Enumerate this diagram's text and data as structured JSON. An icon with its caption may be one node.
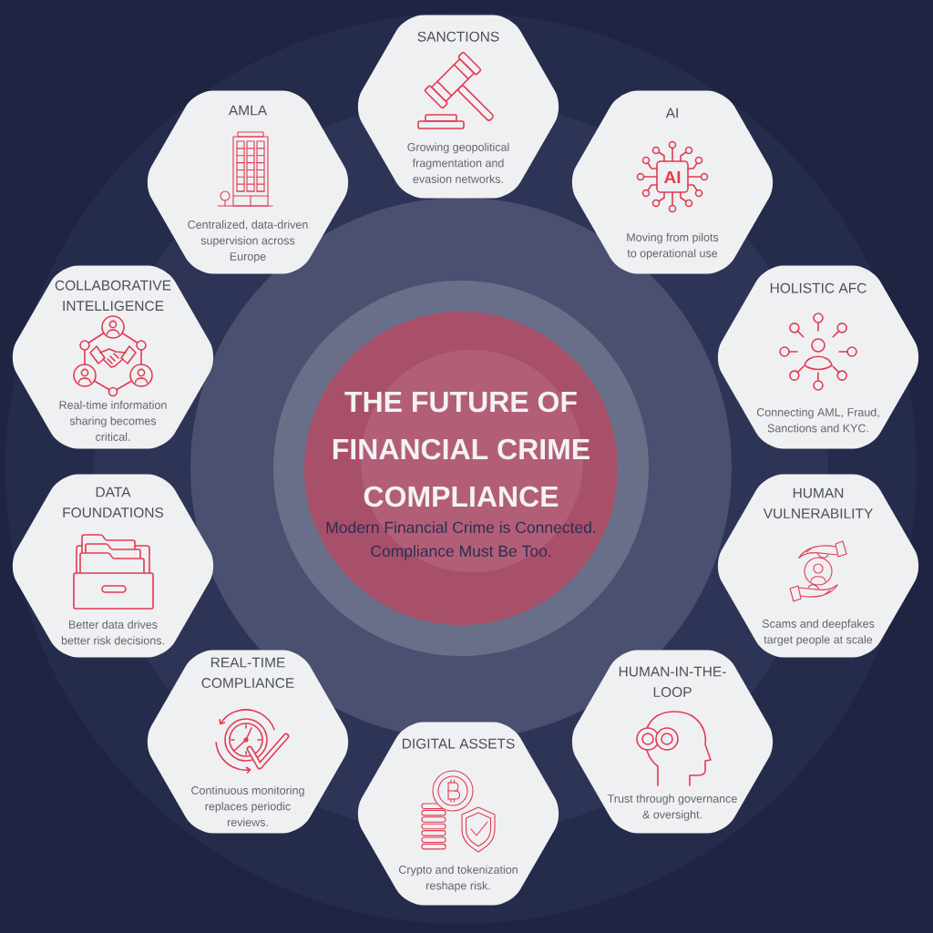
{
  "diagram": {
    "nodes": [
      {
        "text": [
          "THE FUTURE OF FINANCIAL CRIME COMPLIANCE",
          "Modern Financial Crime is Connected. Compliance Must Be Too."
        ]
      },
      {
        "text": [
          "SANCTIONS",
          "Growing geopolitical fragmentation and evasion networks."
        ]
      },
      {
        "text": [
          "AMLA",
          "Centralized, data-driven supervision across Europe"
        ]
      },
      {
        "text": [
          "AI",
          "Moving from pilots to operational use"
        ]
      },
      {
        "text": [
          "COLLABORATIVE INTELLIGENCE",
          "Real-time information sharing becomes critical."
        ]
      },
      {
        "text": [
          "HOLISTIC AFC",
          "Connecting AML, Fraud, Sanctions and KYC."
        ]
      },
      {
        "text": [
          "DATA FOUNDATIONS",
          "Better data drives better risk decisions."
        ]
      },
      {
        "text": [
          "HUMAN VULNERABILITY",
          "Scams and deepfakes target people at scale"
        ]
      },
      {
        "text": [
          "REAL-TIME COMPLIANCE",
          "Continuous monitoring replaces periodic reviews."
        ]
      },
      {
        "text": [
          "HUMAN-IN-THE-LOOP",
          "Trust through governance & oversight."
        ]
      },
      {
        "text": [
          "DIGITAL ASSETS",
          "Crypto and tokenization reshape risk."
        ]
      }
    ],
    "labels": [
      "AI"
    ]
  }
}
